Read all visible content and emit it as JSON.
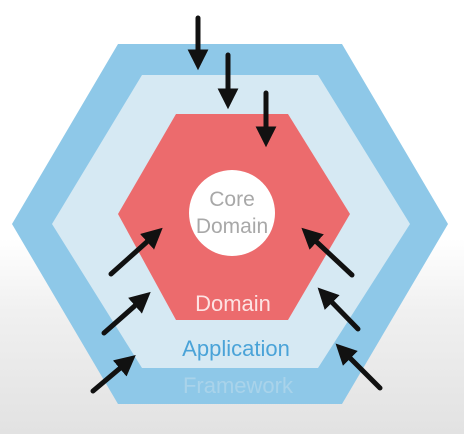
{
  "diagram": {
    "layers": {
      "framework": {
        "label": "Framework",
        "color": "#8ec8e8",
        "label_color": "#a9d3ea"
      },
      "application": {
        "label": "Application",
        "color": "#d6e9f3",
        "label_color": "#4aa3d8"
      },
      "domain": {
        "label": "Domain",
        "color": "#ec6b6d",
        "label_color": "#fde3e3"
      },
      "core": {
        "label_line1": "Core",
        "label_line2": "Domain",
        "color": "#ffffff",
        "label_color": "#a8a8a8"
      }
    },
    "arrow_color": "#111111",
    "arrows": [
      {
        "id": "top-1"
      },
      {
        "id": "top-2"
      },
      {
        "id": "top-3"
      },
      {
        "id": "left-1"
      },
      {
        "id": "left-2"
      },
      {
        "id": "left-3"
      },
      {
        "id": "left-4"
      },
      {
        "id": "right-1"
      },
      {
        "id": "right-2"
      },
      {
        "id": "right-3"
      }
    ]
  }
}
